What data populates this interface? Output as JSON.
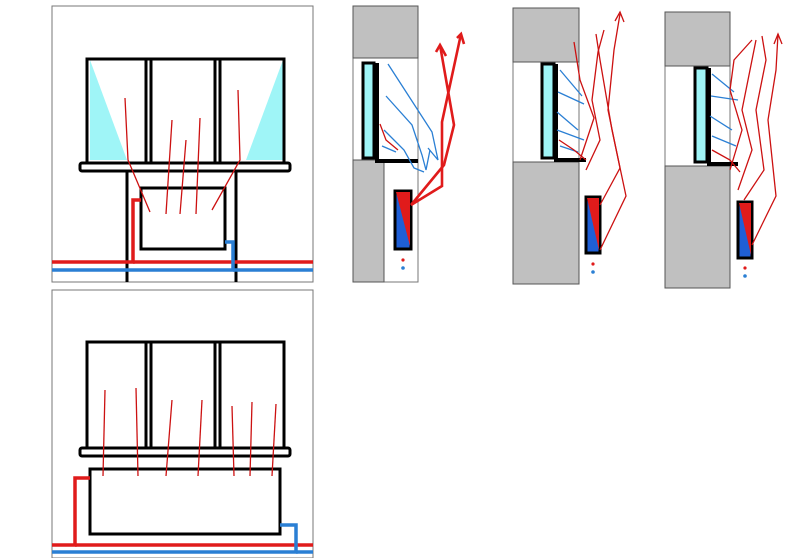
{
  "colors": {
    "warm_air": "#cc1111",
    "cool_air": "#2a7fd4",
    "glass": "#9ff5f7",
    "wall": "#c0c0c0",
    "frame": "#000000",
    "radiator_hot": "#e01b1b",
    "radiator_cold": "#1f5fd6"
  },
  "panels": [
    {
      "name": "front-view-radiator-under-sill"
    },
    {
      "name": "section-sill-over-radiator"
    },
    {
      "name": "section-no-sill-radiator-in-wall"
    },
    {
      "name": "section-sill-radiator-below"
    },
    {
      "name": "front-view-wide-radiator"
    }
  ]
}
